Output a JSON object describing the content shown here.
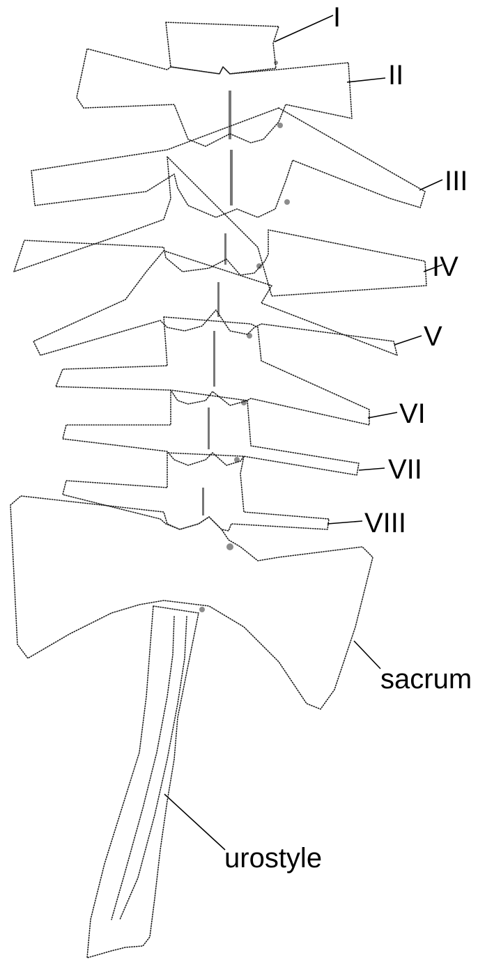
{
  "labels": {
    "v1": "I",
    "v2": "II",
    "v3": "III",
    "v4": "IV",
    "v5": "V",
    "v6": "VI",
    "v7": "VII",
    "v8": "VIII",
    "sacrum": "sacrum",
    "urostyle": "urostyle"
  },
  "colors": {
    "ink": "#1a1a1a",
    "background": "#ffffff"
  }
}
